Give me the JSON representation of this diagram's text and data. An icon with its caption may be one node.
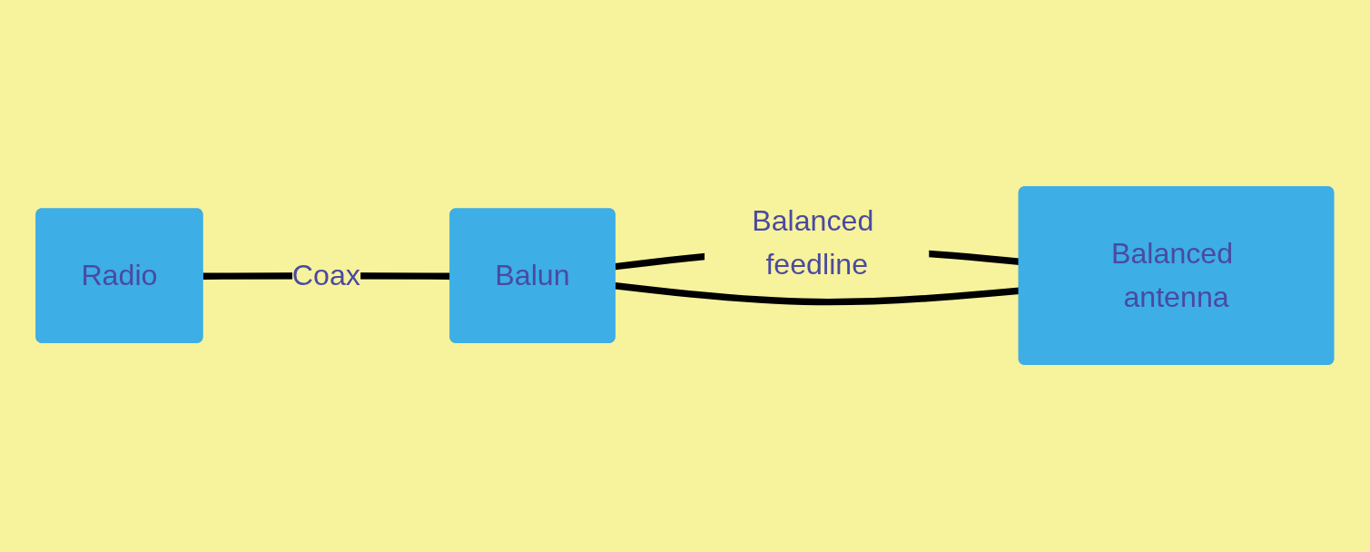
{
  "diagram": {
    "nodes": [
      {
        "text": [
          "Radio"
        ]
      },
      {
        "text": [
          "Balun"
        ]
      },
      {
        "text": [
          "Balanced antenna"
        ]
      }
    ],
    "edges": [
      {
        "from": 0,
        "to": 1,
        "arrow": "none",
        "label": "Coax"
      },
      {
        "from": 1,
        "to": 2,
        "arrow": "none",
        "label": "Balanced feedline"
      },
      {
        "from": 1,
        "to": 2,
        "arrow": "none"
      }
    ]
  }
}
